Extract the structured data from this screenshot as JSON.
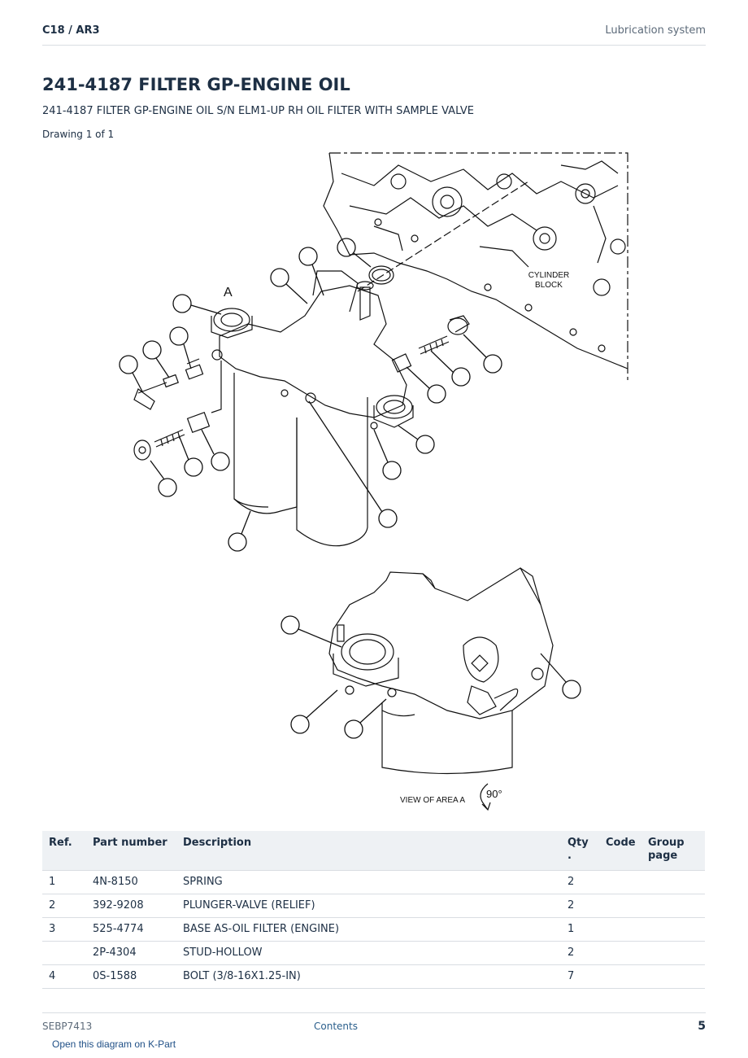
{
  "header": {
    "model": "C18  /  AR3",
    "section": "Lubrication system"
  },
  "title": "241-4187 FILTER GP-ENGINE OIL",
  "subtitle": "241-4187 FILTER GP-ENGINE OIL S/N ELM1-UP RH OIL FILTER WITH SAMPLE VALVE",
  "drawing_label": "Drawing 1 of 1",
  "diagram": {
    "label_a": "A",
    "cylinder_block_line1": "CYLINDER",
    "cylinder_block_line2": "BLOCK",
    "view_label": "VIEW OF AREA  A",
    "rotation_label": "90°"
  },
  "table": {
    "headers": {
      "ref": "Ref.",
      "part_number": "Part number",
      "description": "Description",
      "qty_line1": "Qty",
      "qty_line2": ".",
      "code": "Code",
      "group_line1": "Group",
      "group_line2": "page"
    },
    "rows": [
      {
        "ref": "1",
        "part_number": "4N-8150",
        "description": "SPRING",
        "qty": "2",
        "code": "",
        "group": ""
      },
      {
        "ref": "2",
        "part_number": "392-9208",
        "description": "PLUNGER-VALVE (RELIEF)",
        "qty": "2",
        "code": "",
        "group": ""
      },
      {
        "ref": "3",
        "part_number": "525-4774",
        "description": "BASE AS-OIL FILTER (ENGINE)",
        "qty": "1",
        "code": "",
        "group": ""
      },
      {
        "ref": "",
        "part_number": "2P-4304",
        "description": "STUD-HOLLOW",
        "qty": "2",
        "code": "",
        "group": ""
      },
      {
        "ref": "4",
        "part_number": "0S-1588",
        "description": "BOLT (3/8-16X1.25-IN)",
        "qty": "7",
        "code": "",
        "group": ""
      }
    ]
  },
  "footer": {
    "doc_number": "SEBP7413",
    "contents_link": "Contents",
    "page_number": "5",
    "kpart_link": "Open this diagram on K-Part"
  }
}
